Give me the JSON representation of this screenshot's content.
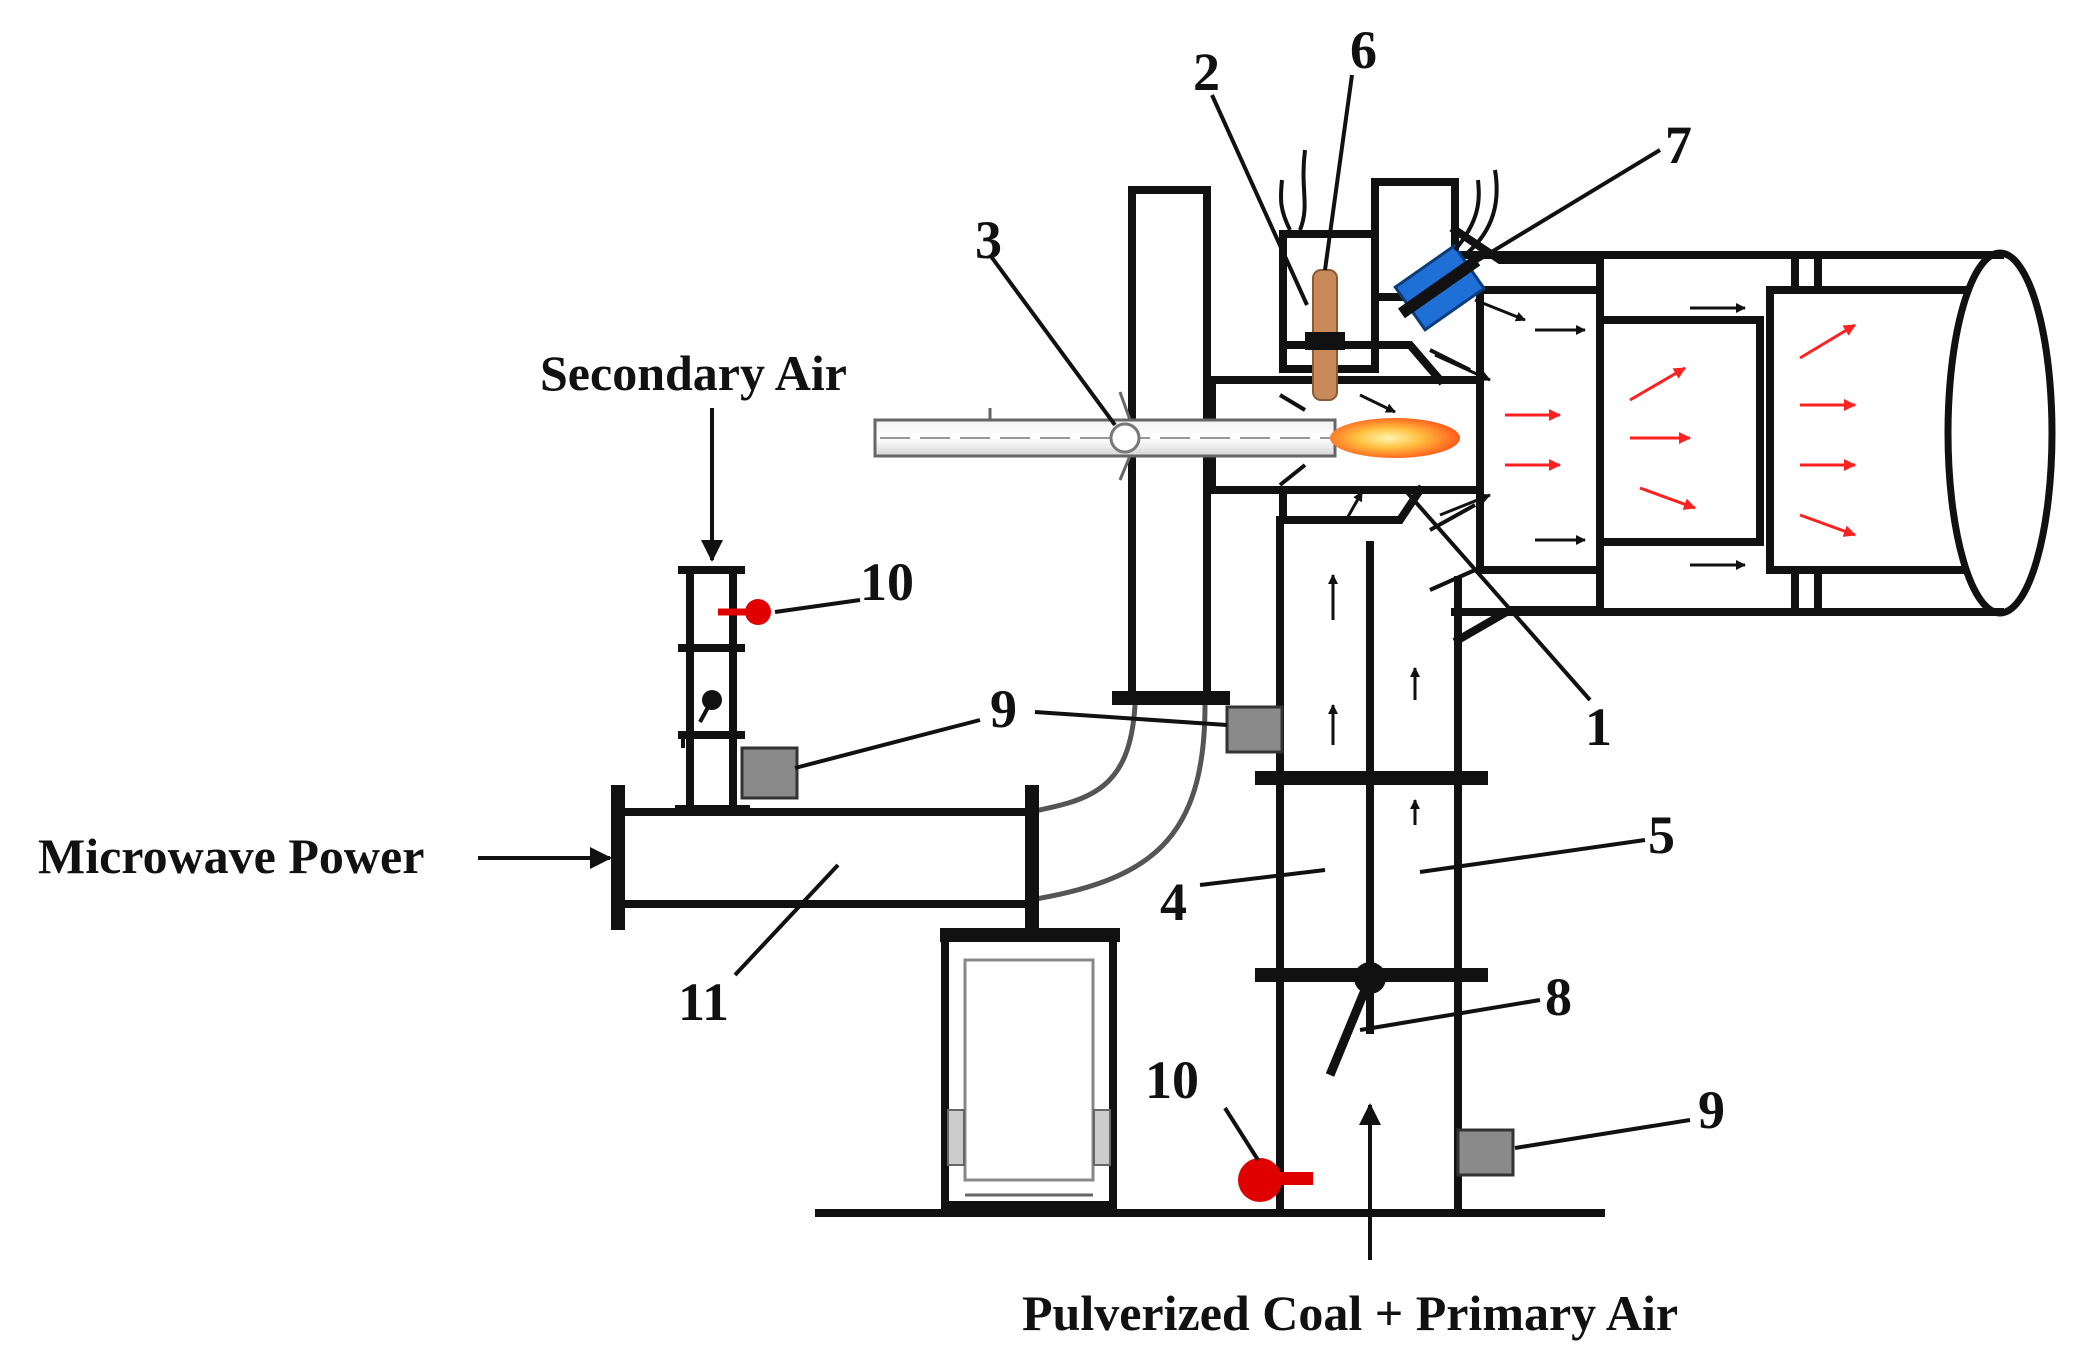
{
  "labels": {
    "secondary_air": "Secondary Air",
    "microwave_power": "Microwave Power",
    "coal_primary_air": "Pulverized Coal + Primary Air"
  },
  "callouts": {
    "n1": "1",
    "n2": "2",
    "n3": "3",
    "n4": "4",
    "n5": "5",
    "n6": "6",
    "n7": "7",
    "n8": "8",
    "n9a": "9",
    "n9b": "9",
    "n10a": "10",
    "n10b": "10",
    "n11": "11"
  },
  "colors": {
    "line": "#111111",
    "flow_arrow_red": "#ff2020",
    "valve_red": "#e00000",
    "window_blue": "#1e6fd6",
    "sensor_gray": "#8a8a8a",
    "electrode_copper": "#c98a5a",
    "flame_core": "#fff2a0",
    "flame_outer": "#ff7a2a"
  },
  "icons": {
    "pressure_sensor": "sensor-block-icon",
    "valve": "red-valve-icon",
    "observation_window": "blue-window-icon",
    "igniter": "electrode-icon",
    "flame": "flame-icon",
    "damper": "damper-icon"
  }
}
